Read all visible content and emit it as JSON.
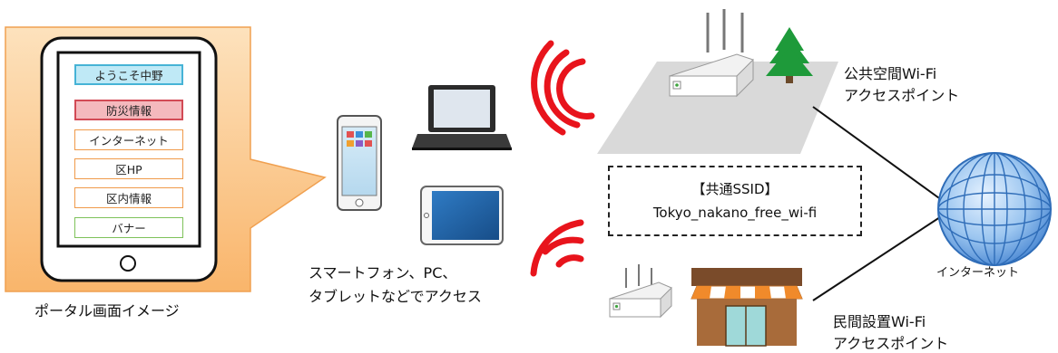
{
  "portal": {
    "menu_items": [
      {
        "label": "ようこそ中野"
      },
      {
        "label": "防災情報"
      },
      {
        "label": "インターネット"
      },
      {
        "label": "区HP"
      },
      {
        "label": "区内情報"
      },
      {
        "label": "バナー"
      }
    ],
    "caption": "ポータル画面イメージ"
  },
  "devices": {
    "caption_line1": "スマートフォン、PC、",
    "caption_line2": "タブレットなどでアクセス"
  },
  "ssid": {
    "title": "【共通SSID】",
    "name": "Tokyo_nakano_free_wi-fi"
  },
  "public_ap": {
    "line1": "公共空間Wi-Fi",
    "line2": "アクセスポイント"
  },
  "private_ap": {
    "line1": "民間設置Wi-Fi",
    "line2": "アクセスポイント"
  },
  "internet": {
    "label": "インターネット"
  },
  "colors": {
    "callout_fill": "#fbc98e",
    "callout_stroke": "#f0a050",
    "signal_red": "#e8141c",
    "globe_blue": "#6fa6e0",
    "tablet_screen": "#1f5fa3",
    "tree_green": "#1e9a3a",
    "awning_orange": "#f08a2b"
  }
}
